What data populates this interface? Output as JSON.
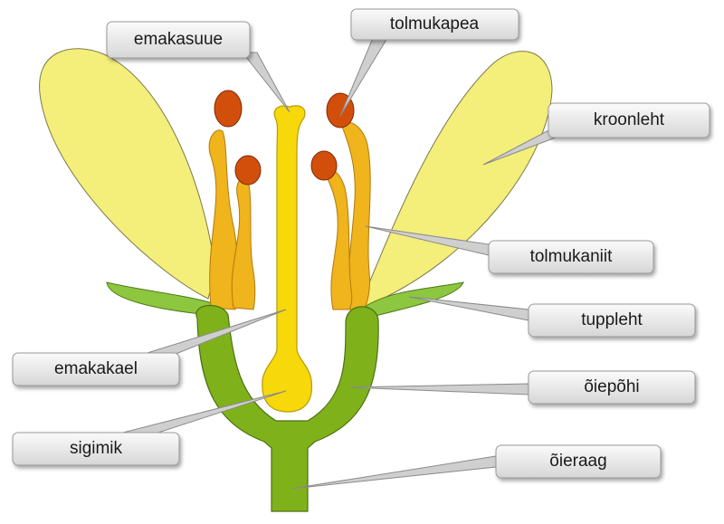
{
  "labels": {
    "stigma": "emakasuue",
    "anther": "tolmukapea",
    "petal": "kroonleht",
    "filament": "tolmukaniit",
    "sepal": "tuppleht",
    "style": "emakakael",
    "receptacle": "õiepõhi",
    "ovary": "sigimik",
    "pedicel": "õieraag"
  },
  "colors": {
    "petal": "#f4ee7a",
    "filament": "#f0b41c",
    "anther": "#d24f0b",
    "pistil": "#f7d80a",
    "stem": "#7fb21a",
    "sepal": "#8dc63f",
    "label_box": "#e6e6e6"
  }
}
